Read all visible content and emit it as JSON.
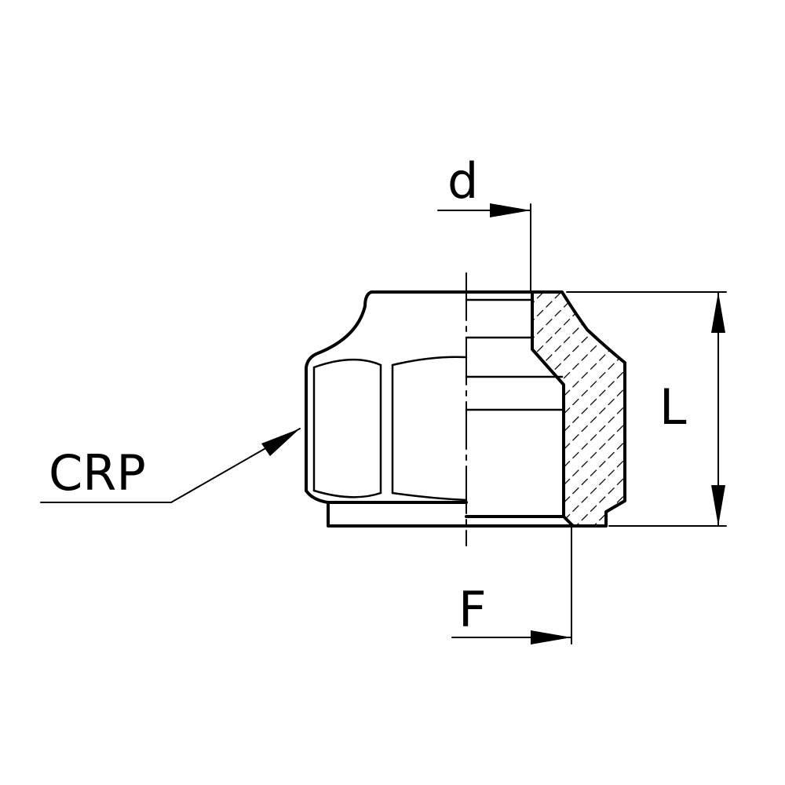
{
  "labels": {
    "d": "d",
    "L": "L",
    "F": "F",
    "CRP": "CRP"
  },
  "colors": {
    "line": "#000000",
    "background": "#ffffff"
  }
}
